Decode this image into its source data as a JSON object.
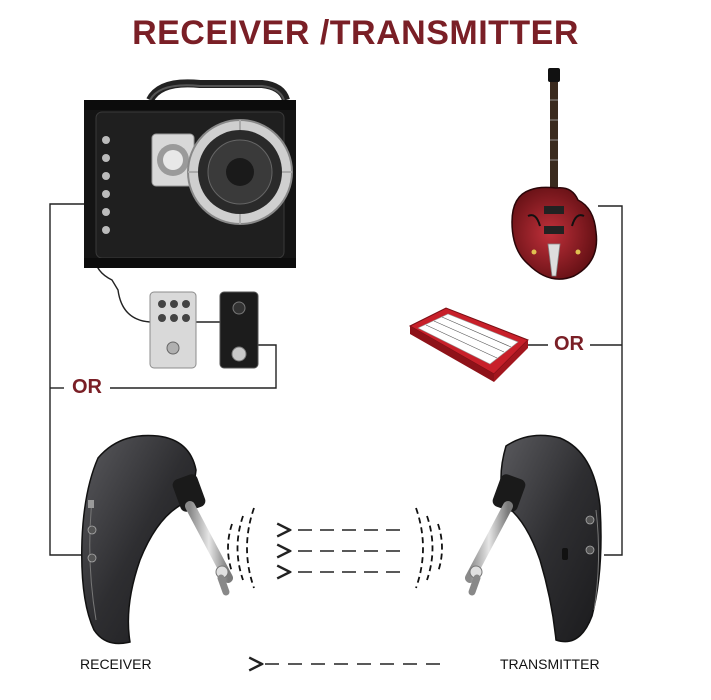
{
  "title": "RECEIVER /TRANSMITTER",
  "or_left": "OR",
  "or_right": "OR",
  "receiver_label": "RECEIVER",
  "transmitter_label": "TRANSMITTER",
  "colors": {
    "title": "#7a1f26",
    "line": "#222222",
    "guitar_body": "#8b1a1f",
    "keyboard_red": "#c8202a",
    "device_dark": "#2b2b2e"
  },
  "icons": [
    "speaker-amp",
    "effect-pedal-silver",
    "effect-pedal-black",
    "electric-guitar",
    "red-keyboard",
    "receiver-device",
    "transmitter-device",
    "signal-arrows"
  ]
}
